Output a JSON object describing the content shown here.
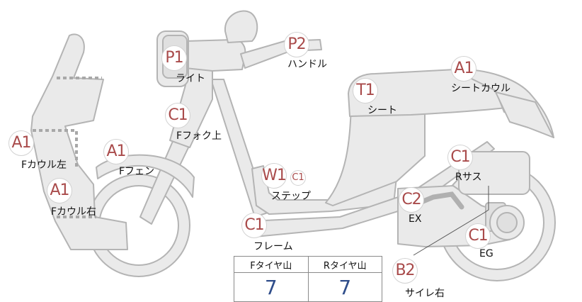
{
  "parts": [
    {
      "name": "light",
      "code": "P1",
      "label": "ライト",
      "small_code": ""
    },
    {
      "name": "handle",
      "code": "P2",
      "label": "ハンドル",
      "small_code": ""
    },
    {
      "name": "seat-cowl",
      "code": "A1",
      "label": "シートカウル",
      "small_code": ""
    },
    {
      "name": "seat",
      "code": "T1",
      "label": "シート",
      "small_code": ""
    },
    {
      "name": "f-fork-upper",
      "code": "C1",
      "label": "Fフォク上",
      "small_code": ""
    },
    {
      "name": "f-cowl-left",
      "code": "A1",
      "label": "Fカウル左",
      "small_code": ""
    },
    {
      "name": "f-fender",
      "code": "A1",
      "label": "Fフェン",
      "small_code": ""
    },
    {
      "name": "f-cowl-right",
      "code": "A1",
      "label": "Fカウル右",
      "small_code": ""
    },
    {
      "name": "step",
      "code": "W1",
      "label": "ステップ",
      "small_code": "C1"
    },
    {
      "name": "frame",
      "code": "C1",
      "label": "フレーム",
      "small_code": ""
    },
    {
      "name": "r-suspension",
      "code": "C1",
      "label": "Rサス",
      "small_code": ""
    },
    {
      "name": "exhaust",
      "code": "C2",
      "label": "EX",
      "small_code": ""
    },
    {
      "name": "engine",
      "code": "C1",
      "label": "EG",
      "small_code": ""
    },
    {
      "name": "silencer-right",
      "code": "B2",
      "label": "サイレ右",
      "small_code": ""
    }
  ],
  "tire_table": {
    "headers": [
      "Fタイヤ山",
      "Rタイヤ山"
    ],
    "values": [
      "7",
      "7"
    ]
  },
  "colors": {
    "code_text": "#a94b4b",
    "tire_value": "#2f4d8a",
    "part_fill": "#eaeaea",
    "part_stroke": "#b4b4b4"
  }
}
